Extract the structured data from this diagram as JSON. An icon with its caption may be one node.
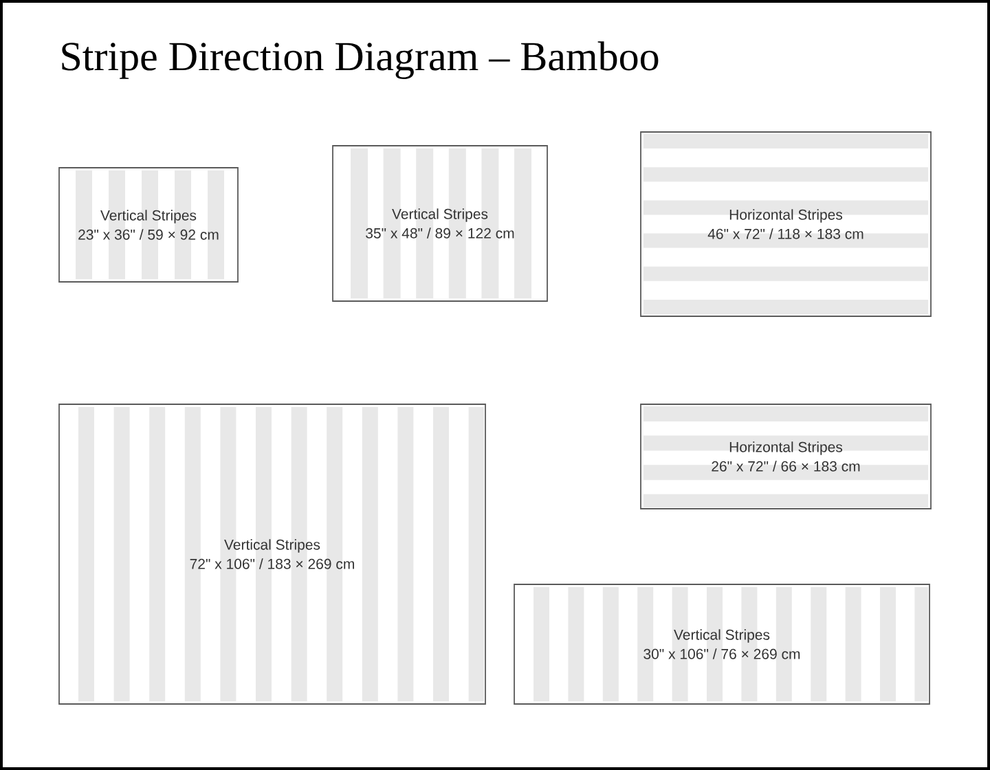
{
  "diagram": {
    "title": "Stripe Direction Diagram – Bamboo",
    "nodes": [
      {
        "text": [
          "Vertical Stripes",
          "23\" x 36\" / 59 × 92 cm"
        ]
      },
      {
        "text": [
          "Vertical Stripes",
          "35\" x 48\" / 89 × 122 cm"
        ]
      },
      {
        "text": [
          "Horizontal Stripes",
          "46\" x 72\" / 118 × 183 cm"
        ]
      },
      {
        "text": [
          "Vertical Stripes",
          "72\" x 106\" / 183 × 269 cm"
        ]
      },
      {
        "text": [
          "Horizontal Stripes",
          "26\" x 72\" / 66 × 183 cm"
        ]
      },
      {
        "text": [
          "Vertical Stripes",
          "30\" x 106\" / 76 × 269 cm"
        ]
      }
    ]
  }
}
